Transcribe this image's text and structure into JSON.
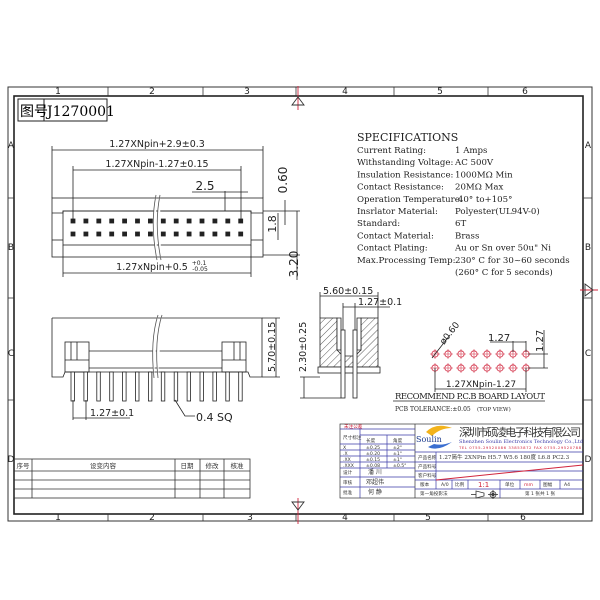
{
  "frame": {
    "columns": [
      "1",
      "2",
      "3",
      "4",
      "5",
      "6"
    ],
    "rows": [
      "A",
      "B",
      "C",
      "D"
    ],
    "drawing_no_label": "图号",
    "drawing_no": "J1270001"
  },
  "specifications": {
    "title": "SPECIFICATIONS",
    "items": [
      {
        "label": "Current Rating:",
        "value": "1 Amps"
      },
      {
        "label": "Withstanding Voltage:",
        "value": "AC  500V"
      },
      {
        "label": "Insulation Resistance:",
        "value": "1000MΩ   Min"
      },
      {
        "label": "Contact Resistance:",
        "value": "20MΩ Max"
      },
      {
        "label": "Operation Temperature:",
        "value": "-40° to+105°"
      },
      {
        "label": "Insrlator Material:",
        "value": "Polyester(UL94V-0)"
      },
      {
        "label": "Standard:",
        "value": "6T"
      },
      {
        "label": "Contact Material:",
        "value": "Brass"
      },
      {
        "label": "Contact Plating:",
        "value": "Au or Sn over 50u\" Ni"
      },
      {
        "label": "Max.Processing Temp:",
        "value": "230° C for 30~60 seconds"
      },
      {
        "label": "",
        "value": "(260° C for 5 seconds)"
      }
    ]
  },
  "top_view": {
    "dim_overall": "1.27XNpin+2.9±0.3",
    "dim_pitch_span": "1.27XNpin-1.27±0.15",
    "dim_key": "2.5",
    "dim_060": "0.60",
    "dim_18": "1.8",
    "dim_320": "3.20",
    "dim_bottom": "1.27xNpin+0.5",
    "dim_bottom_tol_plus": "+0.1",
    "dim_bottom_tol_minus": "-0.05"
  },
  "front_view": {
    "dim_height": "5.70±0.15",
    "dim_pitch": "1.27±0.1",
    "dim_pin": "0.4  SQ"
  },
  "side_view": {
    "dim_width": "5.60±0.15",
    "dim_row_pitch": "1.27±0.1",
    "dim_height": "2.30±0.25"
  },
  "pcb_layout": {
    "dim_hole": "ø0.60",
    "dim_pitch_x": "1.27",
    "dim_pitch_y": "1.27",
    "dim_span": "1.27XNpin-1.27",
    "title": "RECOMMEND P.C.B BOARD LAYOUT",
    "tolerance": "PCB TOLERANCE:±0.05",
    "view": "(TOP VIEW)"
  },
  "revision_table": {
    "headers": [
      "序号",
      "设变内容",
      "日期",
      "修改",
      "核准"
    ]
  },
  "title_block": {
    "company_cn": "深圳市硕凌电子科技有限公司",
    "company_en": "Shenzhen Soulin Electronics Technology Co.,Ltd",
    "contact": "TEL 0755-29520086 33853872   FAX 0755-29520788",
    "logo_text": "Soulin",
    "product_name_label": "产品名称",
    "product_name": "1.27简牛 2XNPin H5.7 W5.6 180度 L6.8 PC2.3",
    "product_no_label": "产品料号",
    "customer_label": "客户料号",
    "tolerance_title": "未注公差",
    "tolerance_rows": [
      {
        "label": "尺寸标注",
        "a": "长度",
        "b": "角度"
      },
      {
        "label": "X",
        "a": "±0.25",
        "b": "±2°"
      },
      {
        "label": ".X",
        "a": "±0.20",
        "b": "±1°"
      },
      {
        "label": ".XX",
        "a": "±0.15",
        "b": "±1°"
      },
      {
        "label": ".XXX",
        "a": "±0.08",
        "b": "±0.5°"
      }
    ],
    "design_label": "设计",
    "design_name": "潘 川",
    "review_label": "审核",
    "review_name": "邓超伟",
    "approve_label": "批准",
    "approve_name": "何 静",
    "version_label": "版本",
    "version": "A/0",
    "scale_label": "比例",
    "scale": "1:1",
    "unit_label": "单位",
    "unit": "mm",
    "sheet_label": "图幅",
    "sheet": "A4",
    "projection_label": "第一角投影法",
    "page": "第 1 张共 1 张"
  },
  "colors": {
    "line": "#222222",
    "red": "#d0243c",
    "blue": "#3a3aa8"
  }
}
